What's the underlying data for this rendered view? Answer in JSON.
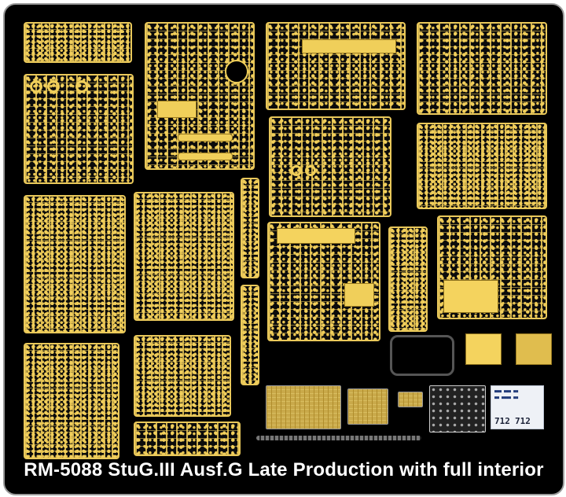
{
  "caption": "RM-5088  StuG.III Ausf.G Late Production with full interior",
  "decal_numbers": [
    "712",
    "712"
  ],
  "colors": {
    "background": "#000000",
    "frame": "#9a9a9a",
    "sprue": "#f0cf5a",
    "caption": "#ffffff"
  }
}
